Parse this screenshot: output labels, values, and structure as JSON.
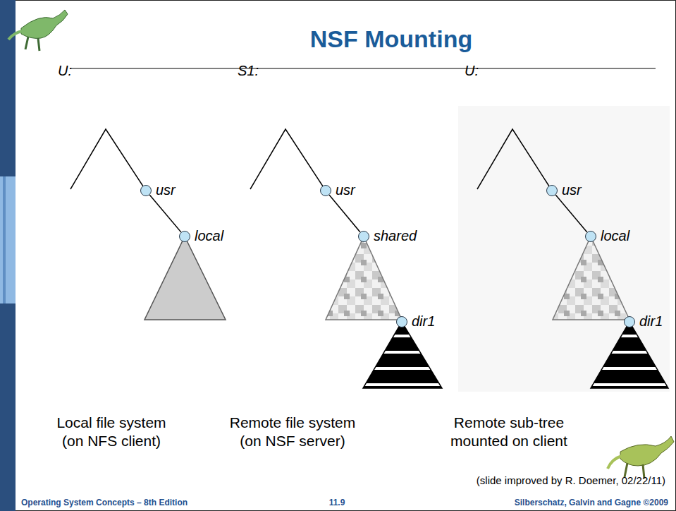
{
  "diagram": {
    "title": "NSF Mounting",
    "nodes": [
      {
        "text": [
          "usr"
        ]
      },
      {
        "text": [
          "local"
        ]
      },
      {
        "text": [
          "usr"
        ]
      },
      {
        "text": [
          "shared"
        ]
      },
      {
        "text": [
          "dir1"
        ]
      },
      {
        "text": [
          "usr"
        ]
      },
      {
        "text": [
          "local"
        ]
      },
      {
        "text": [
          "dir1"
        ]
      }
    ],
    "edges": [
      {
        "from": 0,
        "to": 1,
        "arrow": "none"
      },
      {
        "from": 2,
        "to": 3,
        "arrow": "none"
      },
      {
        "from": 5,
        "to": 6,
        "arrow": "none"
      }
    ],
    "labels": [
      "U:",
      "S1:",
      "U:",
      "Local file system (on NFS client)",
      "Remote file system (on NSF server)",
      "Remote sub-tree mounted on client",
      "(slide improved by R. Doemer, 02/22/11)",
      "Operating System Concepts – 8th Edition",
      "11.9",
      "Silberschatz, Galvin and Gagne ©2009"
    ]
  }
}
